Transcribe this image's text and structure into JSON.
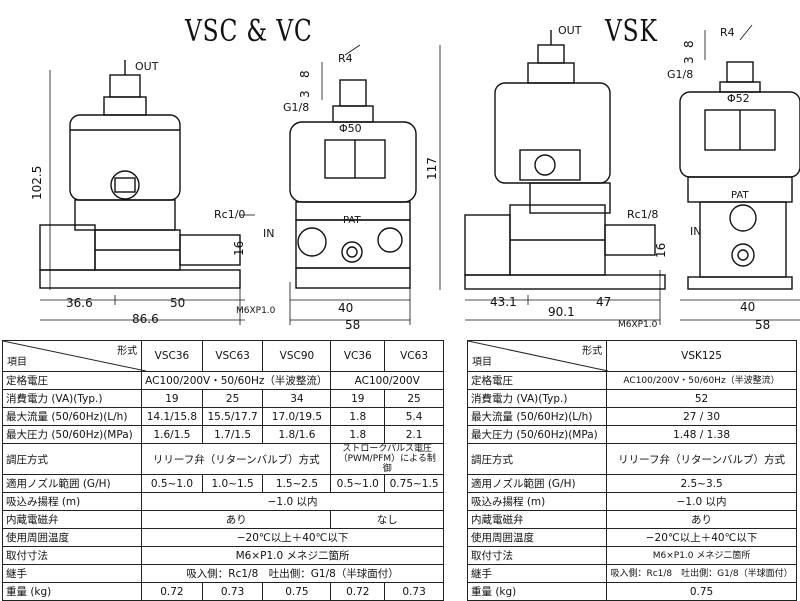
{
  "titles": {
    "left": "VSC & VC",
    "right": "VSK"
  },
  "left_drawing": {
    "out": "OUT",
    "r4": "R4",
    "dim8": "8",
    "dim3": "3",
    "g18": "G1/8",
    "phi50": "Φ50",
    "rc10": "Rc1/0",
    "in": "IN",
    "pat": "PAT",
    "h102": "102.5",
    "h16": "16",
    "w366": "36.6",
    "w50": "50",
    "w866": "86.6",
    "m6": "M6XP1.0",
    "w40": "40",
    "w58": "58"
  },
  "right_drawing": {
    "out": "OUT",
    "r4": "R4",
    "dim8": "8",
    "dim3": "3",
    "g18": "G1/8",
    "phi52": "Φ52",
    "rc18": "Rc1/8",
    "in": "IN",
    "pat": "PAT",
    "h117": "117",
    "h16": "16",
    "w431": "43.1",
    "w47": "47",
    "w901": "90.1",
    "m6": "M6XP1.0",
    "w40": "40",
    "w58": "58"
  },
  "left_table": {
    "header_form": "形式",
    "header_item": "項目",
    "models": [
      "VSC36",
      "VSC63",
      "VSC90",
      "VC36",
      "VC63"
    ],
    "rows": {
      "voltage_label": "定格電圧",
      "voltage_vsc": "AC100/200V・50/60Hz（半波整流）",
      "voltage_vc": "AC100/200V",
      "power_label": "消費電力 (VA)(Typ.)",
      "power": [
        "19",
        "25",
        "34",
        "19",
        "25"
      ],
      "flow_label": "最大流量 (50/60Hz)(L/h)",
      "flow": [
        "14.1/15.8",
        "15.5/17.7",
        "17.0/19.5",
        "1.8",
        "5.4"
      ],
      "pressure_label": "最大圧力 (50/60Hz)(MPa)",
      "pressure": [
        "1.6/1.5",
        "1.7/1.5",
        "1.8/1.6",
        "1.8",
        "2.1"
      ],
      "regulation_label": "調圧方式",
      "regulation_vsc": "リリーフ弁（リターンバルブ）方式",
      "regulation_vc": "ストロークパルス電圧（PWM/PFM）による制御",
      "nozzle_label": "適用ノズル範囲 (G/H)",
      "nozzle": [
        "0.5~1.0",
        "1.0~1.5",
        "1.5~2.5",
        "0.5~1.0",
        "0.75~1.5"
      ],
      "suction_label": "吸込み揚程 (m)",
      "suction": "−1.0 以内",
      "valve_label": "内蔵電磁弁",
      "valve_vsc": "あり",
      "valve_vc": "なし",
      "temp_label": "使用周囲温度",
      "temp": "−20℃以上＋40℃以下",
      "mount_label": "取付寸法",
      "mount": "M6×P1.0 メネジ二箇所",
      "fitting_label": "継手",
      "fitting": "吸入側：Rc1/8　吐出側：G1/8（半球面付）",
      "weight_label": "重量 (kg)",
      "weight": [
        "0.72",
        "0.73",
        "0.75",
        "0.72",
        "0.73"
      ]
    }
  },
  "right_table": {
    "header_form": "形式",
    "header_item": "項目",
    "model": "VSK125",
    "rows": {
      "voltage_label": "定格電圧",
      "voltage": "AC100/200V・50/60Hz（半波整流）",
      "power_label": "消費電力 (VA)(Typ.)",
      "power": "52",
      "flow_label": "最大流量 (50/60Hz)(L/h)",
      "flow": "27 / 30",
      "pressure_label": "最大圧力 (50/60Hz)(MPa)",
      "pressure": "1.48 / 1.38",
      "regulation_label": "調圧方式",
      "regulation": "リリーフ弁（リターンバルブ）方式",
      "nozzle_label": "適用ノズル範囲 (G/H)",
      "nozzle": "2.5~3.5",
      "suction_label": "吸込み揚程 (m)",
      "suction": "−1.0 以内",
      "valve_label": "内蔵電磁弁",
      "valve": "あり",
      "temp_label": "使用周囲温度",
      "temp": "−20℃以上＋40℃以下",
      "mount_label": "取付寸法",
      "mount": "M6×P1.0 メネジ二箇所",
      "fitting_label": "継手",
      "fitting": "吸入側：Rc1/8　吐出側：G1/8（半球面付）",
      "weight_label": "重量 (kg)",
      "weight": "0.75"
    }
  }
}
